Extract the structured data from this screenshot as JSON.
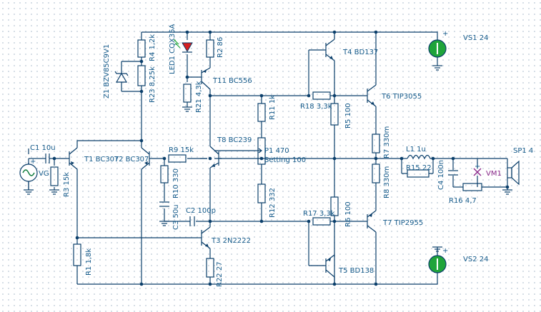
{
  "components": {
    "c1": "C1 10u",
    "vg": "VG",
    "r3": "R3 15k",
    "t1": "T1 BC307",
    "t2": "T2 BC307",
    "r9": "R9 15k",
    "r10": "R10 330",
    "c3": "C3 50u",
    "c2": "C2 100p",
    "t3": "T3 2N2222",
    "r22": "R22 27",
    "r1": "R1 1,8k",
    "r23": "R23 8,25k",
    "r4": "R4 1,2k",
    "z1": "Z1 BZV85C9V1",
    "led1": "LED1 CQX35A",
    "r21": "R21 4,3k",
    "t11": "T11 BC556",
    "r2": "R2 86",
    "t8": "T8 BC239",
    "r11": "R11 1k",
    "p1": "P1 470",
    "p1_setting": "Setting 100",
    "r12": "R12 332",
    "t4": "T4 BD137",
    "r18": "R18 3,3k",
    "r5": "R5 100",
    "t6": "T6 TIP3055",
    "r7": "R7 330m",
    "r8": "R8 330m",
    "r6": "R6 100",
    "r17": "R17 3,3k",
    "t7": "T7 TIP2955",
    "t5": "T5 BD138",
    "l1": "L1 1u",
    "r15": "R15 22",
    "c4": "C4 100n",
    "vm1": "VM1",
    "r16": "R16 4,7",
    "sp1": "SP1 4",
    "vs1": "VS1 24",
    "vs2": "VS2 24"
  },
  "colors": {
    "wire": "#0b3f6b",
    "label": "#145a8a",
    "probe": "#8b2b8b",
    "source": "#1fa43a",
    "led": "#d62020",
    "grid": "#c9d3dd"
  }
}
